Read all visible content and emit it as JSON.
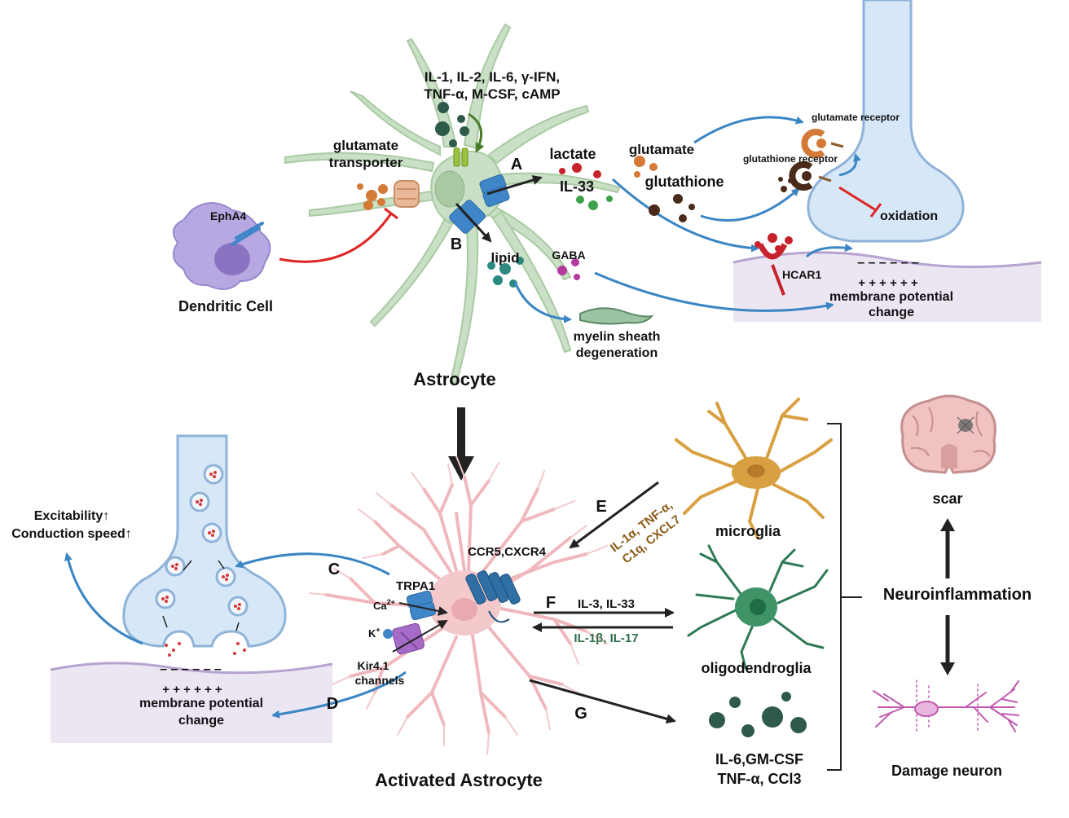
{
  "astrocyte": {
    "cytokines_line1": "IL-1, IL-2, IL-6, γ-IFN,",
    "cytokines_line2": "TNF-α, M-CSF, cAMP",
    "label": "Astrocyte"
  },
  "glutamate_transporter": {
    "line1": "glutamate",
    "line2": "transporter"
  },
  "dendritic_cell": {
    "label": "Dendritic Cell",
    "receptor": "EphA4"
  },
  "pathway_A": {
    "letter": "A",
    "lactate": "lactate",
    "il33": "IL-33"
  },
  "pathway_B": {
    "letter": "B",
    "lipid": "lipid",
    "gaba": "GABA"
  },
  "myelin": {
    "line1": "myelin sheath",
    "line2": "degeneration"
  },
  "synapse_top": {
    "glutamate": "glutamate",
    "glutathione": "glutathione",
    "glutamate_receptor": "glutamate receptor",
    "glutathione_receptor": "glutathione receptor",
    "oxidation": "oxidation",
    "hcar1": "HCAR1",
    "minus": "– – – – – –",
    "plus": "+ + + + + +",
    "mp_line1": "membrane potential",
    "mp_line2": "change"
  },
  "activated": {
    "label": "Activated Astrocyte",
    "ccr5": "CCR5,CXCR4",
    "trpa1": "TRPA1",
    "ca": "Ca",
    "ca_sup": "2+",
    "k": "K",
    "k_sup": "+",
    "kir_line1": "Kir4.1",
    "kir_line2": "channels"
  },
  "synapse_bottom": {
    "excitability": "Excitability↑",
    "conduction": "Conduction speed↑",
    "minus": "– – – – – –",
    "plus": "+ + + + + +",
    "mp_line1": "membrane potential",
    "mp_line2": "change"
  },
  "pathway_C": {
    "letter": "C"
  },
  "pathway_D": {
    "letter": "D"
  },
  "pathway_E": {
    "letter": "E",
    "line1": "IL-1α, TNF-α,",
    "line2": "C1q, CXCL7"
  },
  "pathway_F": {
    "letter": "F",
    "out": "IL-3, IL-33",
    "in": "IL-1β, IL-17"
  },
  "pathway_G": {
    "letter": "G"
  },
  "microglia": {
    "label": "microglia"
  },
  "oligodendroglia": {
    "label": "oligodendroglia"
  },
  "cytokines_out": {
    "line1": "IL-6,GM-CSF",
    "line2": "TNF-α, CCl3"
  },
  "neuroinflammation": {
    "label": "Neuroinflammation",
    "scar": "scar",
    "damage": "Damage neuron"
  },
  "colors": {
    "astrocyte": "#c9dfc6",
    "activated": "#f3c9cc",
    "arrow_blue": "#3a85c4",
    "inhibit_red": "#e02424",
    "brown_text": "#8a5a16",
    "green_text": "#2f6e4a"
  }
}
